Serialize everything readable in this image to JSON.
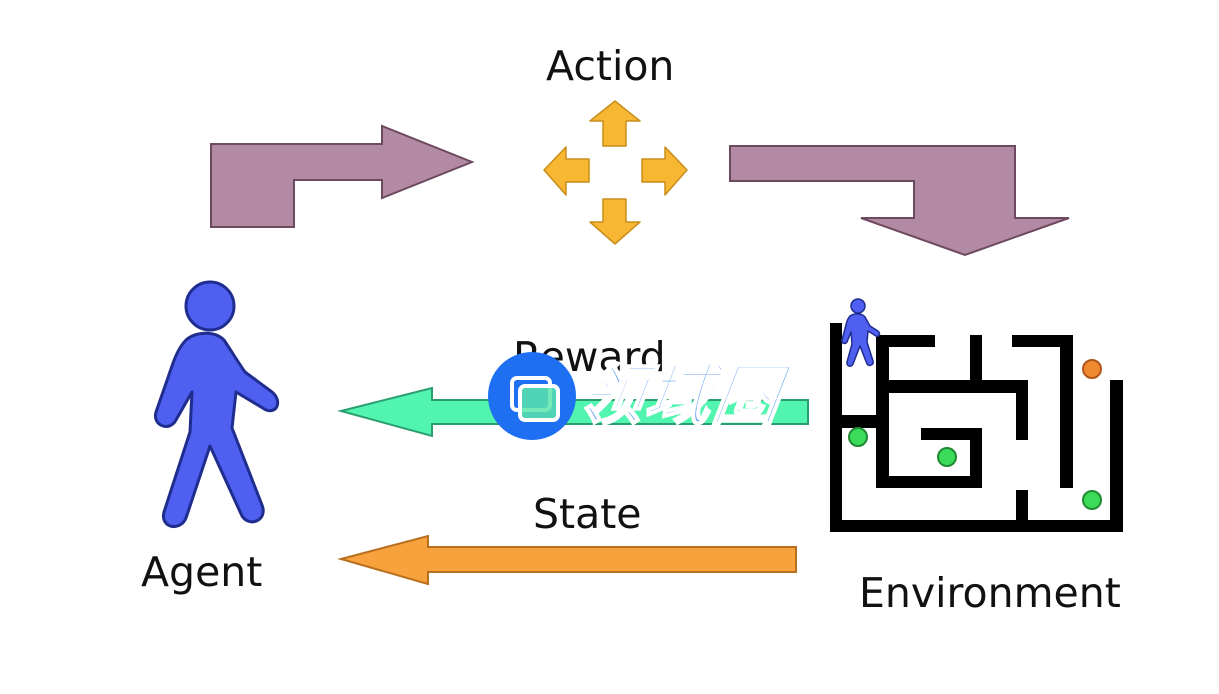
{
  "diagram": {
    "title": "Reinforcement Learning Loop",
    "nodes": {
      "agent": {
        "label": "Agent",
        "icon": "walking-person-icon",
        "color": "#4f5ff0"
      },
      "environment": {
        "label": "Environment",
        "icon": "maze-icon"
      },
      "action": {
        "label": "Action",
        "icon": "four-direction-arrows-icon",
        "color": "#f7b733"
      }
    },
    "edges": [
      {
        "from": "agent",
        "to": "action",
        "label": "",
        "color": "#b38aa3",
        "shape": "bent-right-arrow"
      },
      {
        "from": "action",
        "to": "environment",
        "label": "",
        "color": "#b38aa3",
        "shape": "bent-down-arrow"
      },
      {
        "from": "environment",
        "to": "agent",
        "label": "Reward",
        "color": "#52f5b0",
        "shape": "left-arrow"
      },
      {
        "from": "environment",
        "to": "agent",
        "label": "State",
        "color": "#f8a23d",
        "shape": "left-arrow"
      }
    ],
    "maze": {
      "goal_dots": [
        {
          "color": "#f08a30",
          "kind": "orange"
        },
        {
          "color": "#3cdc5a",
          "kind": "green"
        },
        {
          "color": "#3cdc5a",
          "kind": "green"
        },
        {
          "color": "#3cdc5a",
          "kind": "green"
        }
      ]
    }
  },
  "labels": {
    "action": "Action",
    "reward": "Reward",
    "state": "State",
    "agent": "Agent",
    "environment": "Environment"
  },
  "watermark": {
    "text": "领域圈",
    "color": "#1f6ff2"
  }
}
